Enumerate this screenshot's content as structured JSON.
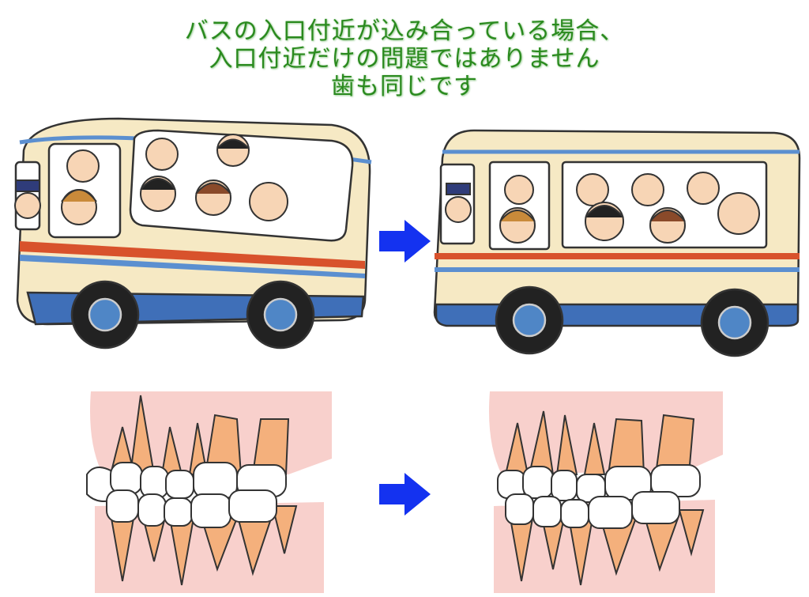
{
  "title": {
    "line1": "バスの入口付近が込み合っている場合、",
    "line2": "入口付近だけの問題ではありません",
    "line3": "歯も同じです"
  },
  "colors": {
    "title_text": "#2a8a1e",
    "arrow": "#1432f0",
    "bus_body": "#f6e9c4",
    "bus_stripe_red": "#d8522c",
    "bus_stripe_blue": "#5b8fd0",
    "gum": "#f8d0cc",
    "root": "#f4b07c"
  },
  "icons": [
    "right-arrow-icon",
    "right-arrow-icon"
  ]
}
